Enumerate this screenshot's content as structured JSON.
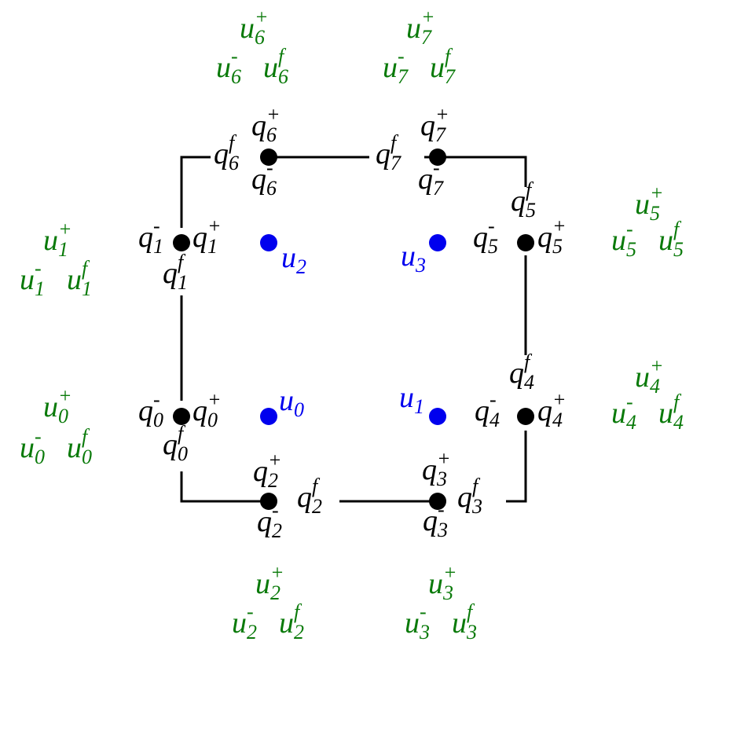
{
  "colors": {
    "edge": "#000000",
    "flux_node": "#000000",
    "cell_node": "#0000ee",
    "neighbor_state": "#0a7a0a"
  },
  "cell_states": [
    {
      "base": "u",
      "sub": "0"
    },
    {
      "base": "u",
      "sub": "1"
    },
    {
      "base": "u",
      "sub": "2"
    },
    {
      "base": "u",
      "sub": "3"
    }
  ],
  "flux_nodes": [
    {
      "id": "0",
      "minus": {
        "base": "q",
        "sub": "0",
        "sup": "-"
      },
      "plus": {
        "base": "q",
        "sub": "0",
        "sup": "+"
      },
      "flux": {
        "base": "q",
        "sub": "0",
        "sup": "f"
      }
    },
    {
      "id": "1",
      "minus": {
        "base": "q",
        "sub": "1",
        "sup": "-"
      },
      "plus": {
        "base": "q",
        "sub": "1",
        "sup": "+"
      },
      "flux": {
        "base": "q",
        "sub": "1",
        "sup": "f"
      }
    },
    {
      "id": "2",
      "minus": {
        "base": "q",
        "sub": "2",
        "sup": "-"
      },
      "plus": {
        "base": "q",
        "sub": "2",
        "sup": "+"
      },
      "flux": {
        "base": "q",
        "sub": "2",
        "sup": "f"
      }
    },
    {
      "id": "3",
      "minus": {
        "base": "q",
        "sub": "3",
        "sup": "-"
      },
      "plus": {
        "base": "q",
        "sub": "3",
        "sup": "+"
      },
      "flux": {
        "base": "q",
        "sub": "3",
        "sup": "f"
      }
    },
    {
      "id": "4",
      "minus": {
        "base": "q",
        "sub": "4",
        "sup": "-"
      },
      "plus": {
        "base": "q",
        "sub": "4",
        "sup": "+"
      },
      "flux": {
        "base": "q",
        "sub": "4",
        "sup": "f"
      }
    },
    {
      "id": "5",
      "minus": {
        "base": "q",
        "sub": "5",
        "sup": "-"
      },
      "plus": {
        "base": "q",
        "sub": "5",
        "sup": "+"
      },
      "flux": {
        "base": "q",
        "sub": "5",
        "sup": "f"
      }
    },
    {
      "id": "6",
      "minus": {
        "base": "q",
        "sub": "6",
        "sup": "-"
      },
      "plus": {
        "base": "q",
        "sub": "6",
        "sup": "+"
      },
      "flux": {
        "base": "q",
        "sub": "6",
        "sup": "f"
      }
    },
    {
      "id": "7",
      "minus": {
        "base": "q",
        "sub": "7",
        "sup": "-"
      },
      "plus": {
        "base": "q",
        "sub": "7",
        "sup": "+"
      },
      "flux": {
        "base": "q",
        "sub": "7",
        "sup": "f"
      }
    }
  ],
  "neighbor_states": [
    {
      "id": "0",
      "plus": {
        "base": "u",
        "sub": "0",
        "sup": "+"
      },
      "minus": {
        "base": "u",
        "sub": "0",
        "sup": "-"
      },
      "flux": {
        "base": "u",
        "sub": "0",
        "sup": "f"
      }
    },
    {
      "id": "1",
      "plus": {
        "base": "u",
        "sub": "1",
        "sup": "+"
      },
      "minus": {
        "base": "u",
        "sub": "1",
        "sup": "-"
      },
      "flux": {
        "base": "u",
        "sub": "1",
        "sup": "f"
      }
    },
    {
      "id": "2",
      "plus": {
        "base": "u",
        "sub": "2",
        "sup": "+"
      },
      "minus": {
        "base": "u",
        "sub": "2",
        "sup": "-"
      },
      "flux": {
        "base": "u",
        "sub": "2",
        "sup": "f"
      }
    },
    {
      "id": "3",
      "plus": {
        "base": "u",
        "sub": "3",
        "sup": "+"
      },
      "minus": {
        "base": "u",
        "sub": "3",
        "sup": "-"
      },
      "flux": {
        "base": "u",
        "sub": "3",
        "sup": "f"
      }
    },
    {
      "id": "4",
      "plus": {
        "base": "u",
        "sub": "4",
        "sup": "+"
      },
      "minus": {
        "base": "u",
        "sub": "4",
        "sup": "-"
      },
      "flux": {
        "base": "u",
        "sub": "4",
        "sup": "f"
      }
    },
    {
      "id": "5",
      "plus": {
        "base": "u",
        "sub": "5",
        "sup": "+"
      },
      "minus": {
        "base": "u",
        "sub": "5",
        "sup": "-"
      },
      "flux": {
        "base": "u",
        "sub": "5",
        "sup": "f"
      }
    },
    {
      "id": "6",
      "plus": {
        "base": "u",
        "sub": "6",
        "sup": "+"
      },
      "minus": {
        "base": "u",
        "sub": "6",
        "sup": "-"
      },
      "flux": {
        "base": "u",
        "sub": "6",
        "sup": "f"
      }
    },
    {
      "id": "7",
      "plus": {
        "base": "u",
        "sub": "7",
        "sup": "+"
      },
      "minus": {
        "base": "u",
        "sub": "7",
        "sup": "-"
      },
      "flux": {
        "base": "u",
        "sub": "7",
        "sup": "f"
      }
    }
  ]
}
